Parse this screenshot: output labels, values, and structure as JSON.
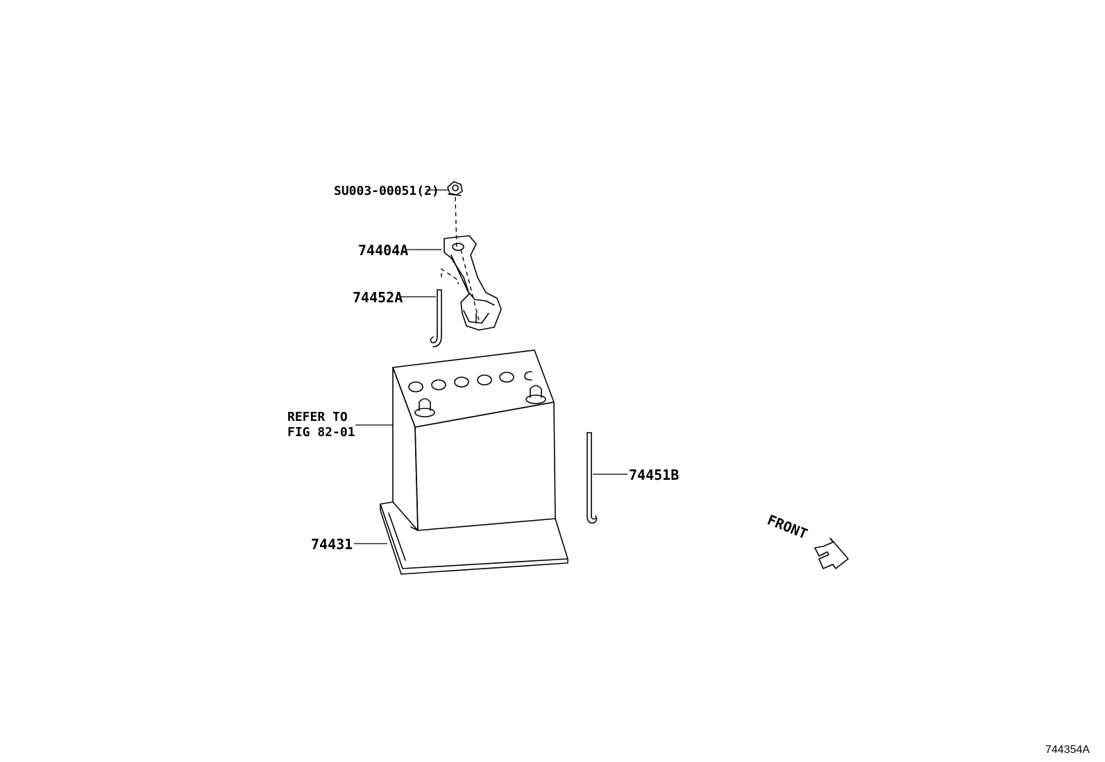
{
  "callouts": {
    "nut": "SU003-00051(2)",
    "clamp": "74404A",
    "rod_left": "74452A",
    "battery_line1": "REFER TO",
    "battery_line2": "FIG 82-01",
    "rod_right": "74451B",
    "tray": "74431"
  },
  "orientation": {
    "label": "FRONT"
  },
  "figure_id": "744354A"
}
